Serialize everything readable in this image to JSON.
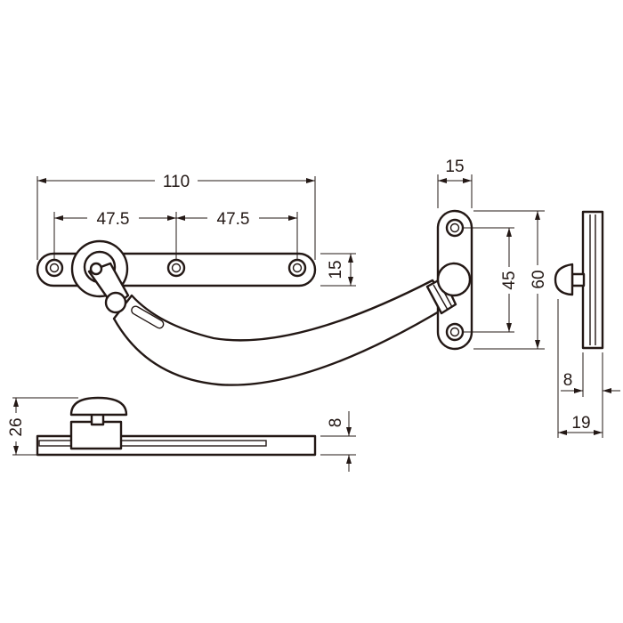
{
  "dimensions": {
    "bar_length": "110",
    "hole_spacing_1": "47.5",
    "hole_spacing_2": "47.5",
    "bar_width": "15",
    "bracket_width": "15",
    "bracket_hole_pitch": "45",
    "bracket_height": "60",
    "side_base": "8",
    "side_depth": "19",
    "bottom_height": "26",
    "bottom_thickness": "8"
  },
  "colors": {
    "line": "#231815",
    "background": "#ffffff"
  }
}
